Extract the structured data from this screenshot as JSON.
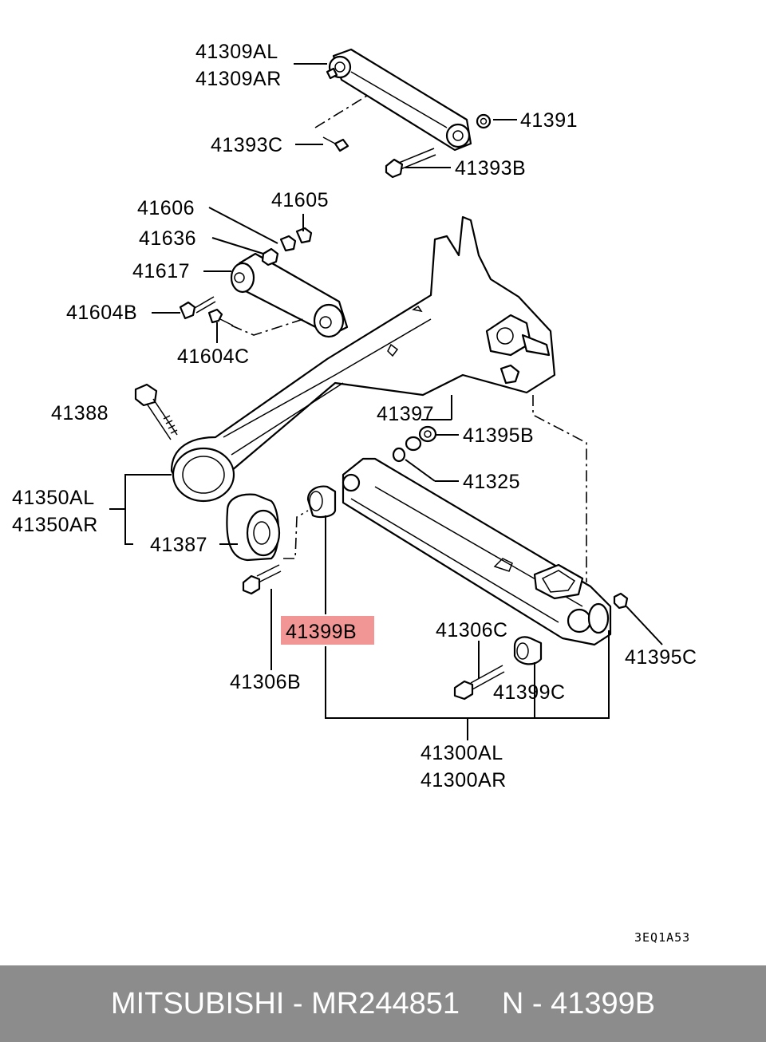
{
  "labels": {
    "l41309AL": "41309AL",
    "l41309AR": "41309AR",
    "l41391": "41391",
    "l41393C": "41393C",
    "l41393B": "41393B",
    "l41606": "41606",
    "l41605": "41605",
    "l41636": "41636",
    "l41617": "41617",
    "l41604B": "41604B",
    "l41604C": "41604C",
    "l41388": "41388",
    "l41397": "41397",
    "l41395B": "41395B",
    "l41325": "41325",
    "l41350AL": "41350AL",
    "l41350AR": "41350AR",
    "l41387": "41387",
    "l41399B": "41399B",
    "l41306C": "41306C",
    "l41395C": "41395C",
    "l41306B": "41306B",
    "l41399C": "41399C",
    "l41300AL": "41300AL",
    "l41300AR": "41300AR"
  },
  "diagram_code": "3EQ1A53",
  "highlight_color": "#f08a8a",
  "footer": {
    "brand": "MITSUBISHI",
    "separator": " - ",
    "part_number": "MR244851",
    "gap": "     ",
    "ref_prefix": "N - ",
    "ref_code": "41399B"
  }
}
